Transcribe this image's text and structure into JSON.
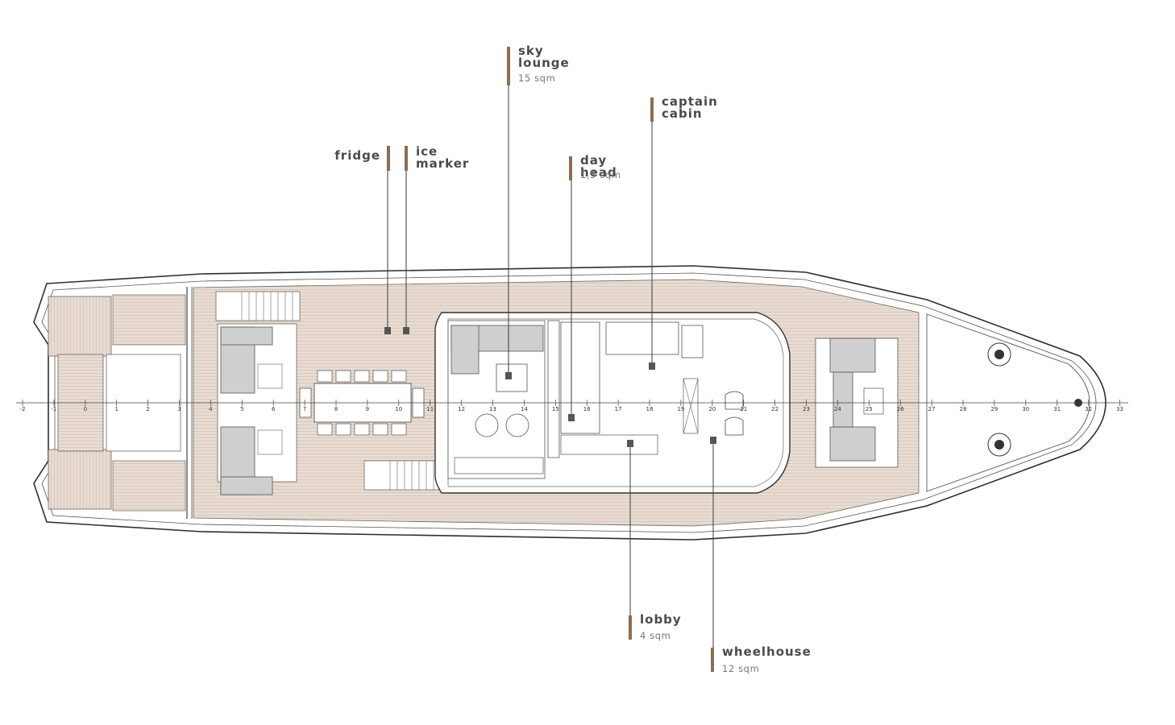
{
  "labels": {
    "sky_lounge": {
      "title": "sky\nlounge",
      "area": "15 sqm"
    },
    "captain_cabin": {
      "title": "captain\ncabin"
    },
    "fridge": {
      "title": "fridge"
    },
    "ice_marker": {
      "title": "ice\nmarker"
    },
    "day_head": {
      "title": "day head",
      "area": "1,5 sqm"
    },
    "lobby": {
      "title": "lobby",
      "area": "4 sqm"
    },
    "wheelhouse": {
      "title": "wheelhouse",
      "area": "12 sqm"
    }
  },
  "frame_numbers": [
    "-2",
    "-1",
    "0",
    "1",
    "2",
    "3",
    "4",
    "5",
    "6",
    "7",
    "8",
    "9",
    "10",
    "11",
    "12",
    "13",
    "14",
    "15",
    "16",
    "17",
    "18",
    "19",
    "20",
    "21",
    "22",
    "23",
    "24",
    "25",
    "26",
    "27",
    "28",
    "29",
    "30",
    "31",
    "32",
    "33"
  ],
  "colors": {
    "accent_bar": "#8b6e55",
    "teak": "#e6d9cf",
    "sofa": "#cfcfcf",
    "line": "#3a3a3a"
  }
}
